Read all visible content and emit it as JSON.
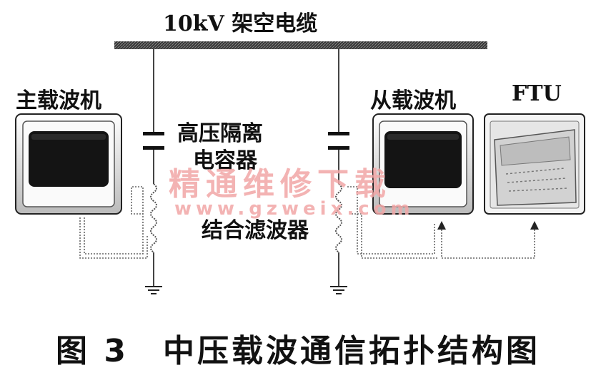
{
  "labels": {
    "line": "10kV 架空电缆",
    "master": "主载波机",
    "slave": "从载波机",
    "ftu": "FTU",
    "capacitor_line1": "高压隔离",
    "capacitor_line2": "电容器",
    "filter": "结合滤波器",
    "caption": "图 3　中压载波通信拓扑结构图"
  },
  "watermark": {
    "text": "精通维修下载",
    "url": "www.gzweix.com"
  },
  "colors": {
    "ink": "#111111",
    "watermark": "#f2a6a6",
    "screen_fill": "#141414"
  }
}
